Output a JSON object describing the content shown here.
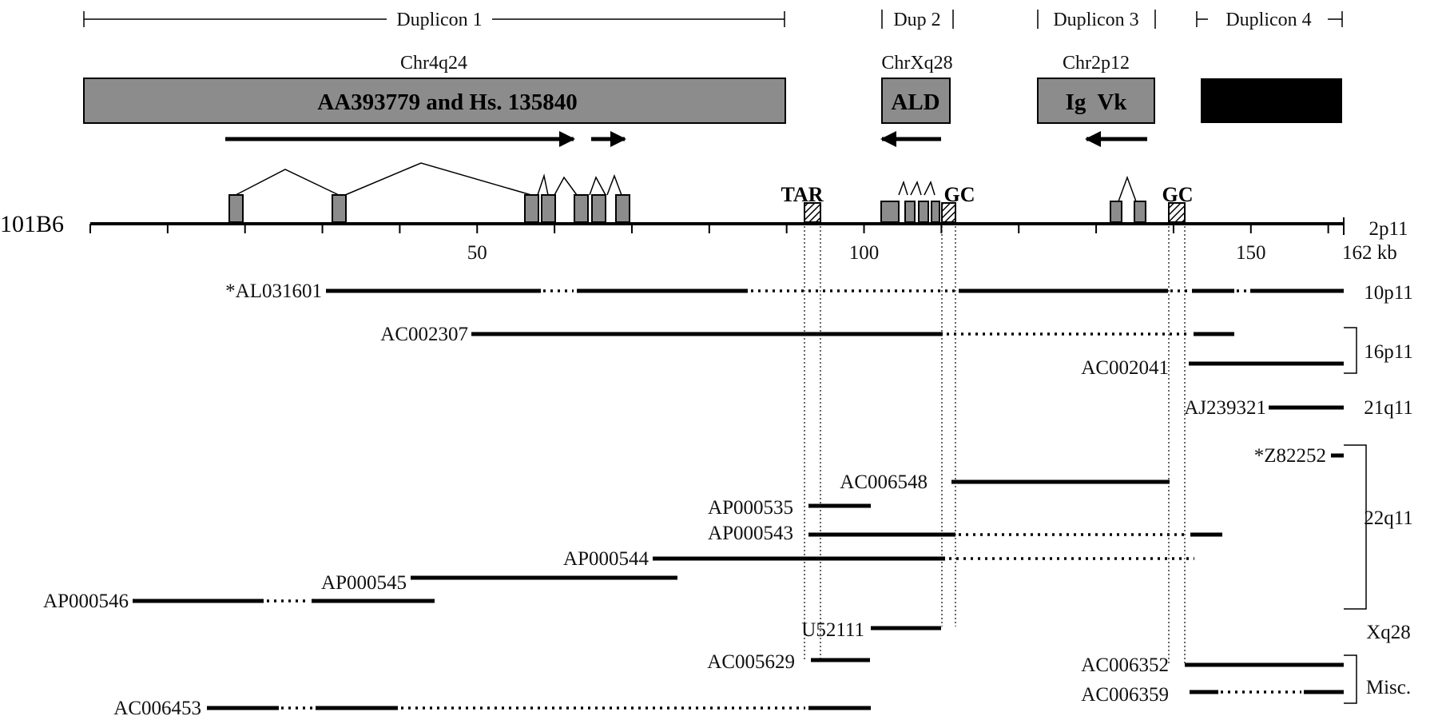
{
  "duplicons": {
    "d1": "Duplicon 1",
    "d2": "Dup 2",
    "d3": "Duplicon 3",
    "d4": "Duplicon 4"
  },
  "genes": {
    "chr_d1": "Chr4q24",
    "gene_d1": "AA393779 and Hs. 135840",
    "chr_d2": "ChrXq28",
    "gene_d2": "ALD",
    "chr_d3": "Chr2p12",
    "gene_d3": "Ig  Vk"
  },
  "map": {
    "clone": "101B6",
    "location": "2p11",
    "ticks": [
      {
        "label": "50",
        "pos": 50
      },
      {
        "label": "100",
        "pos": 100
      },
      {
        "label": "150",
        "pos": 150
      },
      {
        "label": "162 kb",
        "pos": 162
      }
    ],
    "tar_label": "TAR",
    "gc_labels": [
      "GC",
      "GC"
    ]
  },
  "accessions": {
    "AL031601": "*AL031601",
    "AC002307": "AC002307",
    "AC002041": "AC002041",
    "AJ239321": "AJ239321",
    "Z82252": "*Z82252",
    "AC006548": "AC006548",
    "AP000535": "AP000535",
    "AP000543": "AP000543",
    "AP000544": "AP000544",
    "AP000545": "AP000545",
    "AP000546": "AP000546",
    "U52111": "U52111",
    "AC005629": "AC005629",
    "AC006352": "AC006352",
    "AC006359": "AC006359",
    "AC006453": "AC006453"
  },
  "chromosomes": {
    "c10p11": "10p11",
    "c16p11": "16p11",
    "c21q11": "21q11",
    "c22q11": "22q11",
    "cXq28": "Xq28",
    "misc": "Misc."
  },
  "colors": {
    "gene_box": "#8c8c8c",
    "duplicon4_box": "#000000",
    "background": "#ffffff"
  }
}
